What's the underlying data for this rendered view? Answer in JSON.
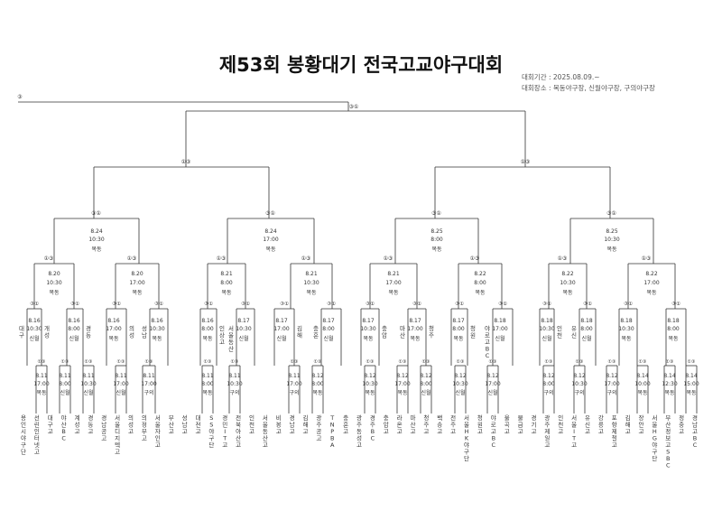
{
  "title": "제53회 봉황대기 전국고교야구대회",
  "period": "대회기간 : 2025.08.09.~",
  "venue": "대회장소 : 목동야구장, 신월야구장, 구의야구장",
  "top_score": "③",
  "final_score": "③①",
  "semi": [
    {
      "score": "①③"
    },
    {
      "score": "①③"
    }
  ],
  "quarter": [
    {
      "score": "③①",
      "date": "8.24",
      "time": "10:30",
      "venue": "목동"
    },
    {
      "score": "③①",
      "date": "8.24",
      "time": "17:00",
      "venue": "목동"
    },
    {
      "score": "③①",
      "date": "8.25",
      "time": "8:00",
      "venue": "목동"
    },
    {
      "score": "③①",
      "date": "8.25",
      "time": "10:30",
      "venue": "목동"
    }
  ],
  "r16": [
    {
      "score": "①③",
      "date": "8.20",
      "time": "10:30",
      "venue": "목동"
    },
    {
      "score": "①③",
      "date": "8.20",
      "time": "17:00",
      "venue": "목동"
    },
    {
      "score": "①③",
      "date": "8.21",
      "time": "8:00",
      "venue": "목동"
    },
    {
      "score": "①③",
      "date": "8.21",
      "time": "10:30",
      "venue": "목동"
    },
    {
      "score": "①③",
      "date": "8.21",
      "time": "17:00",
      "venue": "목동"
    },
    {
      "score": "①③",
      "date": "8.22",
      "time": "8:00",
      "venue": "목동"
    },
    {
      "score": "①③",
      "date": "8.22",
      "time": "10:30",
      "venue": "목동"
    },
    {
      "score": "①③",
      "date": "8.22",
      "time": "17:00",
      "venue": "목동"
    }
  ],
  "r32": [
    {
      "score": "③①",
      "date": "8.16",
      "time": "10:30",
      "venue": "신월",
      "seeds": [
        "대구",
        "개성"
      ]
    },
    {
      "score": "③①",
      "date": "8.16",
      "time": "8:00",
      "venue": "신월",
      "seeds": [
        "",
        "경동"
      ]
    },
    {
      "score": "③①",
      "date": "8.16",
      "time": "17:00",
      "venue": "목동",
      "seeds": [
        "",
        "의성"
      ]
    },
    {
      "score": "③①",
      "date": "8.16",
      "time": "10:30",
      "venue": "목동",
      "seeds": [
        "성남",
        ""
      ]
    },
    {
      "score": "③①",
      "date": "8.16",
      "time": "8:00",
      "venue": "목동",
      "seeds": [
        "",
        "인상고"
      ]
    },
    {
      "score": "③①",
      "date": "8.17",
      "time": "10:30",
      "venue": "신월",
      "seeds": [
        "서울동산",
        ""
      ]
    },
    {
      "score": "③①",
      "date": "8.17",
      "time": "17:00",
      "venue": "신월",
      "seeds": [
        "",
        "김해"
      ]
    },
    {
      "score": "③①",
      "date": "8.17",
      "time": "8:00",
      "venue": "신월",
      "seeds": [
        "충훈",
        ""
      ]
    },
    {
      "score": "③①",
      "date": "8.17",
      "time": "10:30",
      "venue": "목동",
      "seeds": [
        "",
        "충암"
      ]
    },
    {
      "score": "③①",
      "date": "8.17",
      "time": "17:00",
      "venue": "목동",
      "seeds": [
        "마산",
        "청주"
      ]
    },
    {
      "score": "③①",
      "date": "8.17",
      "time": "8:00",
      "venue": "목동",
      "seeds": [
        "",
        "청원"
      ]
    },
    {
      "score": "③①",
      "date": "8.18",
      "time": "17:00",
      "venue": "신월",
      "seeds": [
        "야로고BC",
        ""
      ]
    },
    {
      "score": "③①",
      "date": "8.18",
      "time": "10:30",
      "venue": "신월",
      "seeds": [
        "",
        "인천"
      ]
    },
    {
      "score": "③①",
      "date": "8.18",
      "time": "8:00",
      "venue": "신월",
      "seeds": [
        "유신",
        ""
      ]
    },
    {
      "score": "③①",
      "date": "8.18",
      "time": "10:30",
      "venue": "목동",
      "seeds": [
        "",
        ""
      ]
    },
    {
      "score": "③①",
      "date": "8.18",
      "time": "8:00",
      "venue": "목동",
      "seeds": [
        "",
        ""
      ]
    }
  ],
  "r64": [
    {
      "score": "①③",
      "date": "8.11",
      "time": "17:00",
      "venue": "목동"
    },
    {
      "score": "①③",
      "date": "8.11",
      "time": "8:00",
      "venue": "신월"
    },
    {
      "score": "①③",
      "date": "8.11",
      "time": "10:30",
      "venue": "신월"
    },
    {
      "score": "①③",
      "date": "8.11",
      "time": "17:00",
      "venue": "신월"
    },
    {
      "score": "①③",
      "date": "8.11",
      "time": "17:00",
      "venue": "구의"
    },
    {
      "score": "①③",
      "date": "8.11",
      "time": "8:00",
      "venue": "목동"
    },
    {
      "score": "①③",
      "date": "8.11",
      "time": "10:30",
      "venue": "구의"
    },
    {
      "score": "①③",
      "date": "8.11",
      "time": "17:00",
      "venue": "구의"
    },
    {
      "score": "①③",
      "date": "8.12",
      "time": "8:00",
      "venue": "목동"
    },
    {
      "score": "①③",
      "date": "8.12",
      "time": "10:30",
      "venue": "목동"
    },
    {
      "score": "①③",
      "date": "8.12",
      "time": "17:00",
      "venue": "목동"
    },
    {
      "score": "①③",
      "date": "8.12",
      "time": "8:00",
      "venue": "신월"
    },
    {
      "score": "①③",
      "date": "8.12",
      "time": "10:30",
      "venue": "신월"
    },
    {
      "score": "①③",
      "date": "8.12",
      "time": "17:00",
      "venue": "신월"
    },
    {
      "score": "①③",
      "date": "8.12",
      "time": "8:00",
      "venue": "구의"
    },
    {
      "score": "①③",
      "date": "8.12",
      "time": "10:30",
      "venue": "구의"
    },
    {
      "score": "①③",
      "date": "8.12",
      "time": "17:00",
      "venue": "구의"
    },
    {
      "score": "①③",
      "date": "8.14",
      "time": "10:00",
      "venue": "목동"
    },
    {
      "score": "①③",
      "date": "8.14",
      "time": "12:30",
      "venue": "목동"
    },
    {
      "score": "①③",
      "date": "8.14",
      "time": "15:00",
      "venue": "목동"
    }
  ],
  "teams": [
    "용인시야구단",
    "선린인터넷고",
    "대구고",
    "야산BC",
    "계성고",
    "경동고",
    "경남공고",
    "서울디지텍고",
    "의성고",
    "의정부고",
    "서울자인고",
    "부산고",
    "성남고",
    "대전고",
    "SS야구단",
    "경민IT고",
    "전북아산고",
    "인천고",
    "서울동산고",
    "비봉고",
    "경남고",
    "김해고",
    "광주공고",
    "TNPBA",
    "충훈고",
    "광주동성고",
    "경주BC",
    "충암고",
    "라온고",
    "마산고",
    "청주고",
    "백송고",
    "전주고",
    "서울HK야구단",
    "청원고",
    "야로고BC",
    "울곡고",
    "물금고",
    "경기고",
    "광주제일고",
    "인천고",
    "서울IT고",
    "유신고",
    "강릉고",
    "포항제철고",
    "김해고",
    "장안고",
    "서울HG야구단",
    "부산정보고SBC",
    "정충고",
    "경남고BC"
  ]
}
